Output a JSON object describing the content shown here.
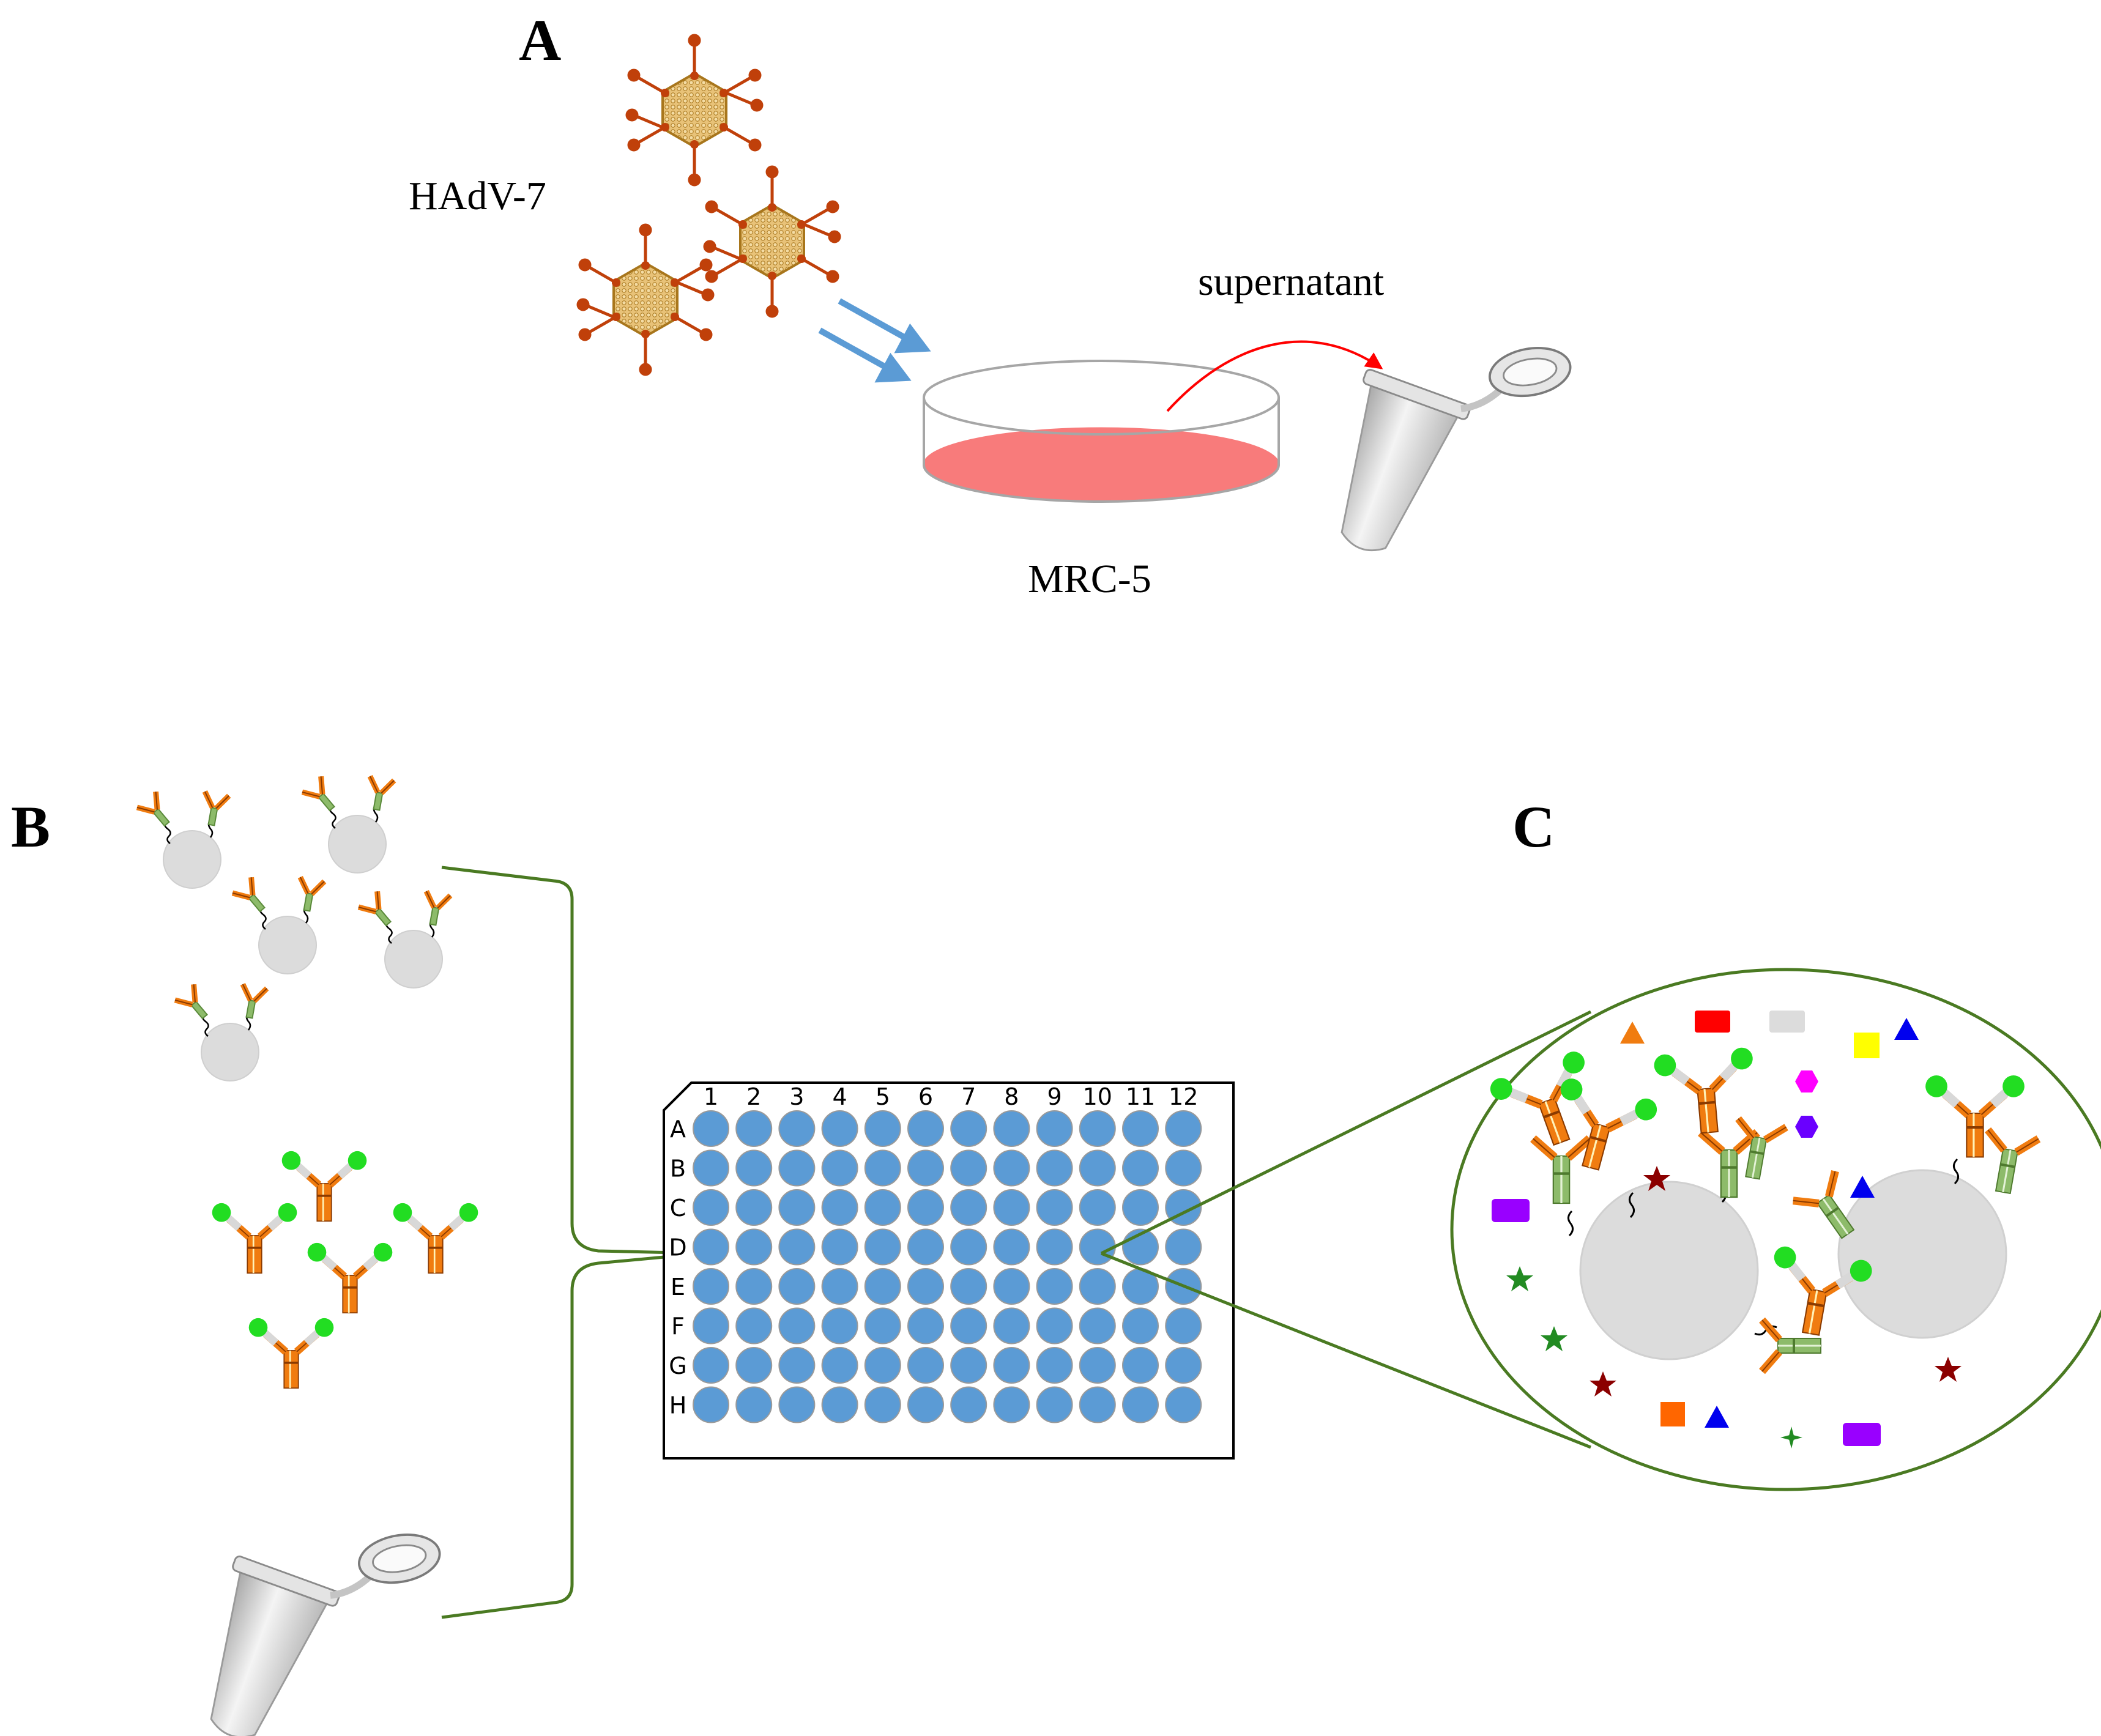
{
  "panels": {
    "a": {
      "letter": "A",
      "virus_label": "HAdV-7",
      "cell_label": "MRC-5",
      "supernatant_label": "supernatant"
    },
    "b": {
      "letter": "B"
    },
    "c": {
      "letter": "C"
    }
  },
  "plate": {
    "columns": [
      "1",
      "2",
      "3",
      "4",
      "5",
      "6",
      "7",
      "8",
      "9",
      "10",
      "11",
      "12"
    ],
    "rows": [
      "A",
      "B",
      "C",
      "D",
      "E",
      "F",
      "G",
      "H"
    ],
    "well_color": "#5b9bd5",
    "zoom_well": {
      "row": "D",
      "column": "10"
    }
  },
  "colors": {
    "virus": "#c08a2a",
    "virus_fiber": "#c0400a",
    "arrow_blue": "#5b9bd5",
    "medium": "#f87b7b",
    "transfer_arrow": "#ff0000",
    "bracket": "#4a7a22",
    "bead": "#dcdcdc",
    "antibody_orange": "#f07c10",
    "antibody_green": "#8dbb6a",
    "label_green": "#22dd22"
  }
}
